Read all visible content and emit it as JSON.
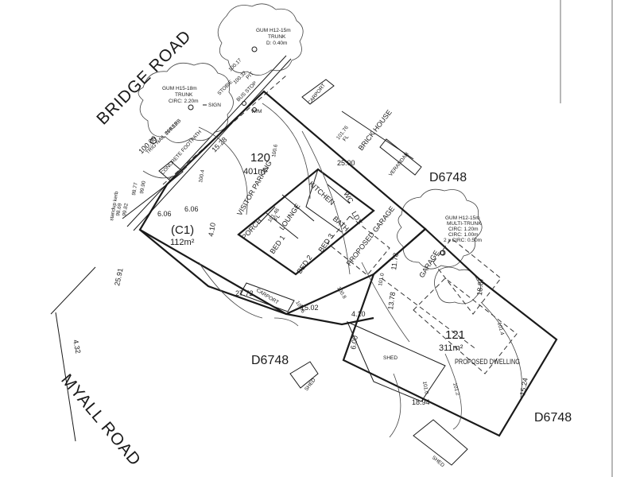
{
  "roads": {
    "bridge": "BRIDGE ROAD",
    "myall": "MYALL ROAD"
  },
  "deposited_plans": {
    "east": "D6748",
    "south": "D6748",
    "southeast": "D6748"
  },
  "lots": {
    "lot120": {
      "number": "120",
      "area": "401m²"
    },
    "c1": {
      "number": "(C1)",
      "area": "112m²"
    },
    "lot121": {
      "number": "121",
      "area": "311m²"
    }
  },
  "rooms": {
    "kitchen": "KITCHEN",
    "lounge": "LOUNGE",
    "wc": "WC",
    "bath": "BATH",
    "ldy": "LDY",
    "bed1": "BED 1",
    "bed2": "BED 2",
    "bed3": "BED 3",
    "porch": "PORCH",
    "floor_level": "101.46",
    "floor_level_tag": "FL"
  },
  "labels": {
    "visitor_parking": "VISITOR PARKING",
    "proposed_garage": "PROPOSED GARAGE",
    "garage": "GARAGE",
    "carport_a": "CARPORT",
    "carport_b": "CARPORT",
    "shed_a": "SHED",
    "shed_b": "SHED",
    "shed_c": "SHED",
    "proposed_dwelling": "PROPOSED DWELLING",
    "brick_house": "BRICK HOUSE",
    "verandah": "VERANDAH",
    "brick_fl": "101.76",
    "brick_fl_tag": "FL",
    "concrete_footpath": "CONCRETE FOOTPATH",
    "sign": "SIGN",
    "stobie": "STOBIE",
    "bus_stop": "BUS STOP",
    "wm": "W/M",
    "pit": "PIT",
    "trig_level": "100.00",
    "trig_note": "TRIG NAIL IN KERB",
    "kerb_level": "100.12",
    "level_a": "100.17",
    "level_b": "100.32"
  },
  "trees": {
    "north": {
      "line1": "GUM H12-15m",
      "line2": "TRUNK",
      "line3": "D: 0.40m"
    },
    "west": {
      "line1": "GUM H15-18m",
      "line2": "TRUNK",
      "line3": "CIRC: 2.20m"
    },
    "east": {
      "line1": "GUM H12-15m",
      "line2": "MULTI-TRUNK",
      "line3": "CIRC: 1.20m",
      "line4": "CIRC: 1.00m",
      "line5": "2 x CIRC: 0.50m"
    }
  },
  "dimensions": {
    "d1528": "15.28",
    "d2500": "25.00",
    "d606a": "6.06",
    "d606b": "6.06",
    "d410a": "4.10",
    "d410b": "4.10",
    "d2591": "25.91",
    "d2772": "27.72",
    "d1502": "15.02",
    "d432": "4.32",
    "d1178": "11.78",
    "d1378": "13.78",
    "d1887": "18.87",
    "d600": "6.00",
    "d1894": "18.94",
    "d1524": "15.24"
  },
  "levels": {
    "l1006": "100.6",
    "l1004": "100.4",
    "l1008": "100.8",
    "l1010a": "101.0",
    "l1010b": "101.0",
    "l1012": "101.2",
    "l1014": "101.4",
    "l1006b": "100.6",
    "l9890": "99.90",
    "l9877": "98.77",
    "l9869": "98.69",
    "l9882": "99.82",
    "kerb_note": "standup kerb"
  }
}
